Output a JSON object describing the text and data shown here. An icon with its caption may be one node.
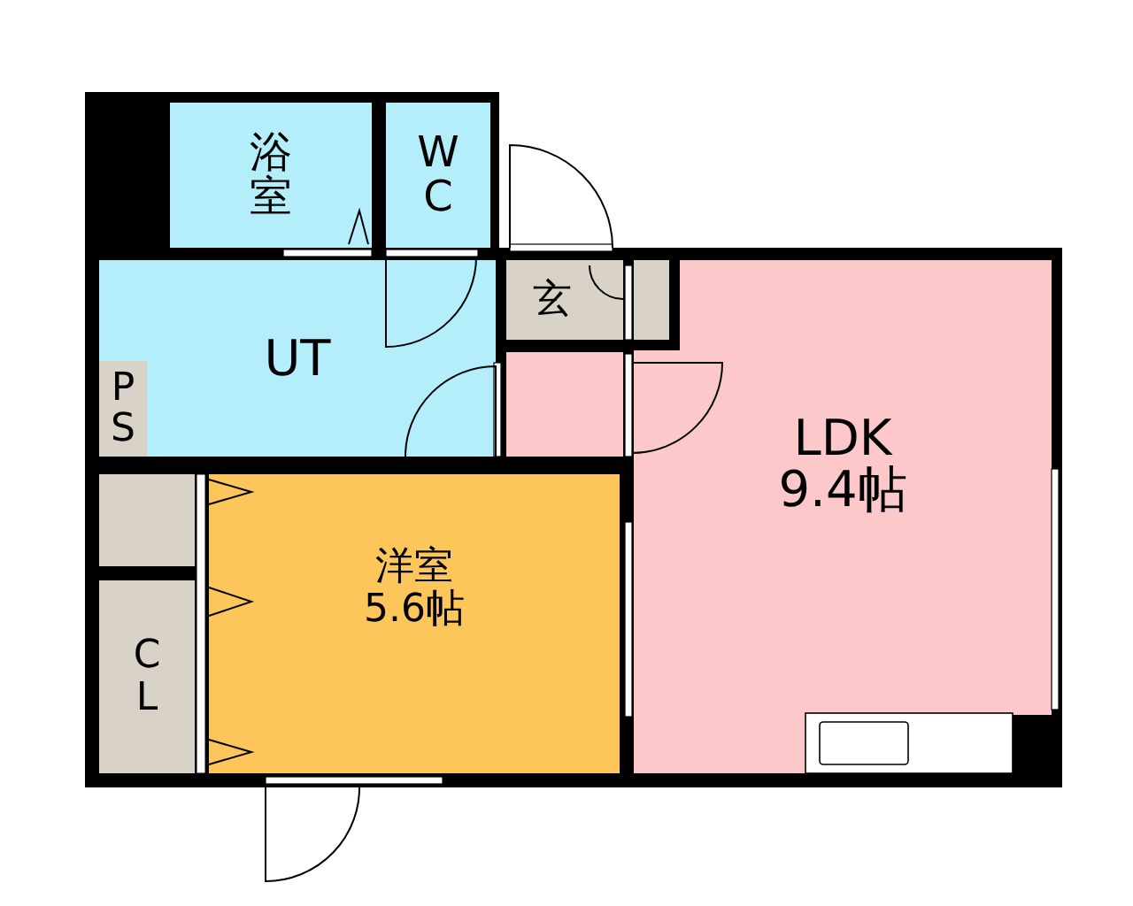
{
  "diagram": {
    "nodes": [
      {
        "text": [
          "浴室"
        ]
      },
      {
        "text": [
          "WC"
        ]
      },
      {
        "text": [
          "玄"
        ]
      },
      {
        "text": [
          "UT"
        ]
      },
      {
        "text": [
          "PS"
        ],
        "in": 3
      },
      {
        "text": [
          "LDK",
          "9.4帖"
        ]
      },
      {
        "text": [],
        "shape": "box"
      },
      {
        "text": [
          "洋室",
          "5.6帖"
        ]
      },
      {
        "text": [
          "CL"
        ]
      }
    ]
  }
}
